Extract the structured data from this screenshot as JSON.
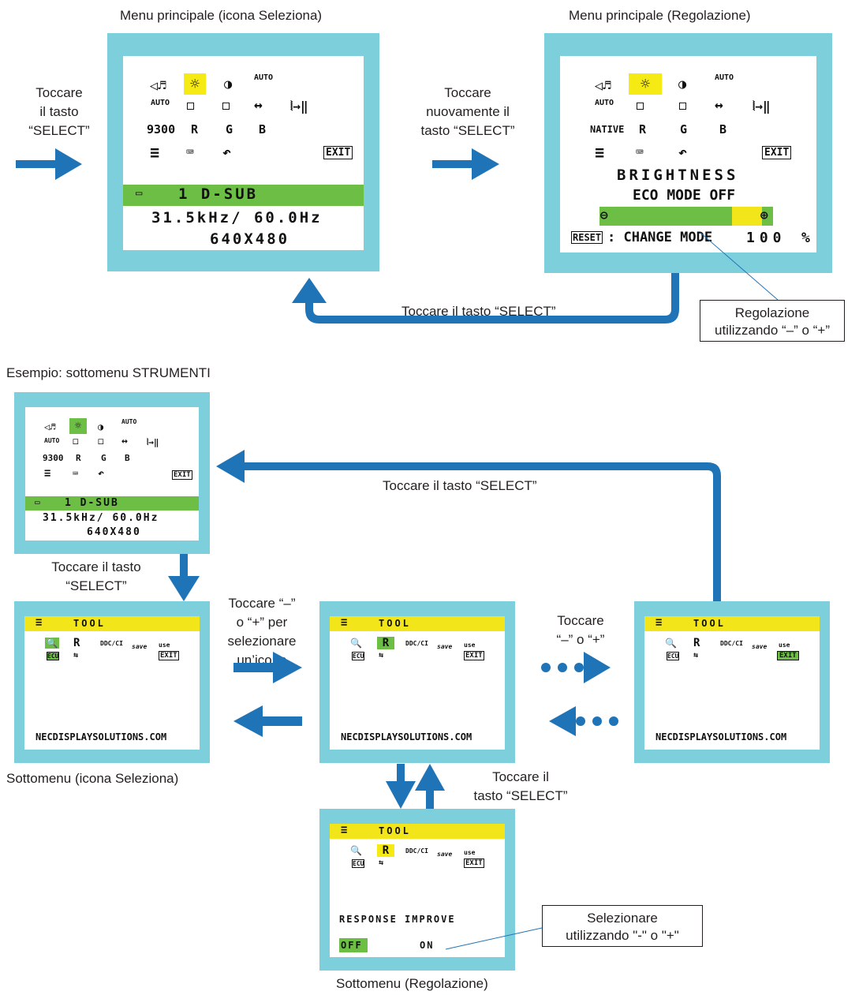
{
  "captions": {
    "main_select": "Menu principale (icona Seleziona)",
    "main_adjust": "Menu principale (Regolazione)",
    "touch_left": [
      "Toccare",
      "il tasto",
      "“SELECT”"
    ],
    "touch_again": [
      "Toccare",
      "nuovamente il",
      "tasto “SELECT”"
    ],
    "touch_select_return": "Toccare il tasto “SELECT”",
    "adjust_box": [
      "Regolazione",
      "utilizzando “–” o “+”"
    ],
    "example": "Esempio: sottomenu STRUMENTI",
    "touch_select_top": "Toccare il tasto “SELECT”",
    "touch_select_down": [
      "Toccare il tasto",
      "“SELECT”"
    ],
    "touch_minus_plus_select": [
      "Toccare “–”",
      "o “+” per",
      "selezionare",
      "un’icona"
    ],
    "touch_minus_plus": [
      "Toccare",
      "“–” o “+”"
    ],
    "touch_select_up": [
      "Toccare il",
      "tasto “SELECT”"
    ],
    "select_box": [
      "Selezionare",
      "utilizzando \"-\" o \"+\""
    ],
    "submenu_select": "Sottomenu (icona Seleziona)",
    "submenu_adjust": "Sottomenu (Regolazione)"
  },
  "main_osd": {
    "icons_row1": [
      "◁♬",
      "☼",
      "◑",
      "AUTO"
    ],
    "icons_row2": [
      "AUTO",
      "◻",
      "◻",
      "↔",
      "⦚→‖"
    ],
    "row3_select": [
      "9300",
      "R",
      "G",
      "B"
    ],
    "row3_adjust": [
      "NATIVE",
      "R",
      "G",
      "B"
    ],
    "exit": "EXIT",
    "input": "1  D-SUB",
    "freq": "31.5kHz/  60.0Hz",
    "resolution": "640X480",
    "brightness": "BRIGHTNESS",
    "eco": "ECO MODE OFF",
    "reset_label": "RESET",
    "change_mode": ": CHANGE MODE",
    "value": "100",
    "percent": "%",
    "minus": "⊖",
    "plus": "⊕"
  },
  "tool_osd": {
    "title": "TOOL",
    "icons": [
      "🔍",
      "R",
      "DDC/CI",
      "save",
      "use"
    ],
    "exit": "EXIT",
    "url": "NECDISPLAYSOLUTIONS.COM",
    "response": "RESPONSE  IMPROVE",
    "off": "OFF",
    "on": "ON"
  },
  "colors": {
    "frame": "#7ecfdc",
    "arrow": "#1f74b8",
    "green": "#6cbe45",
    "yellow": "#f2e51a"
  }
}
